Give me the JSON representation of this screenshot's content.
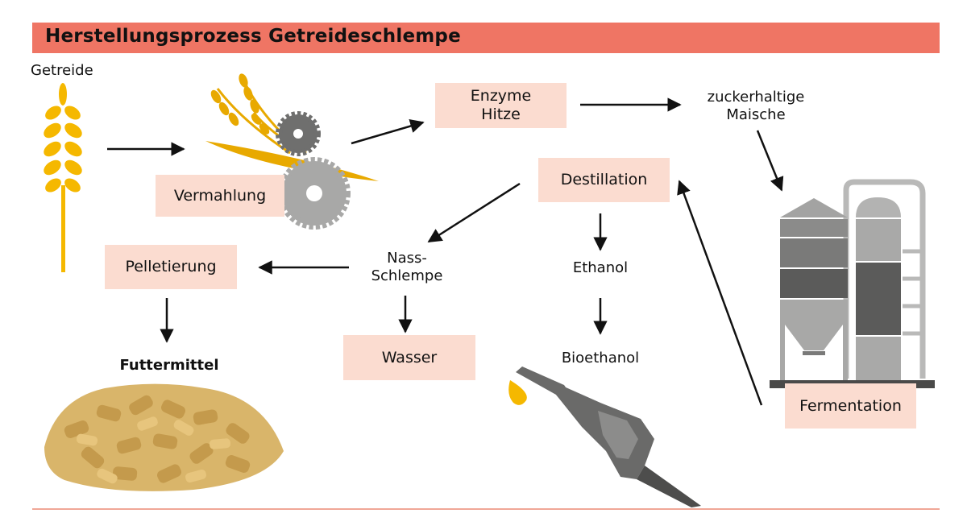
{
  "title": "Herstellungsprozess Getreideschlempe",
  "nodes": {
    "getreide": "Getreide",
    "vermahlung": "Vermahlung",
    "enzyme_line1": "Enzyme",
    "enzyme_line2": "Hitze",
    "zucker_line1": "zuckerhaltige",
    "zucker_line2": "Maische",
    "destillation": "Destillation",
    "nass_line1": "Nass-",
    "nass_line2": "Schlempe",
    "ethanol": "Ethanol",
    "pelletierung": "Pelletierung",
    "wasser": "Wasser",
    "bioethanol": "Bioethanol",
    "futtermittel": "Futtermittel",
    "fermentation": "Fermentation"
  },
  "icons": [
    "wheat-icon",
    "mill-icon",
    "fermenter-tank-icon",
    "fuel-nozzle-icon",
    "pellets-icon"
  ],
  "colors": {
    "title_bar": "#ef7564",
    "box_fill": "#fbdcd0",
    "wheat": "#f5b800",
    "machine_gray": "#9a9a99"
  }
}
